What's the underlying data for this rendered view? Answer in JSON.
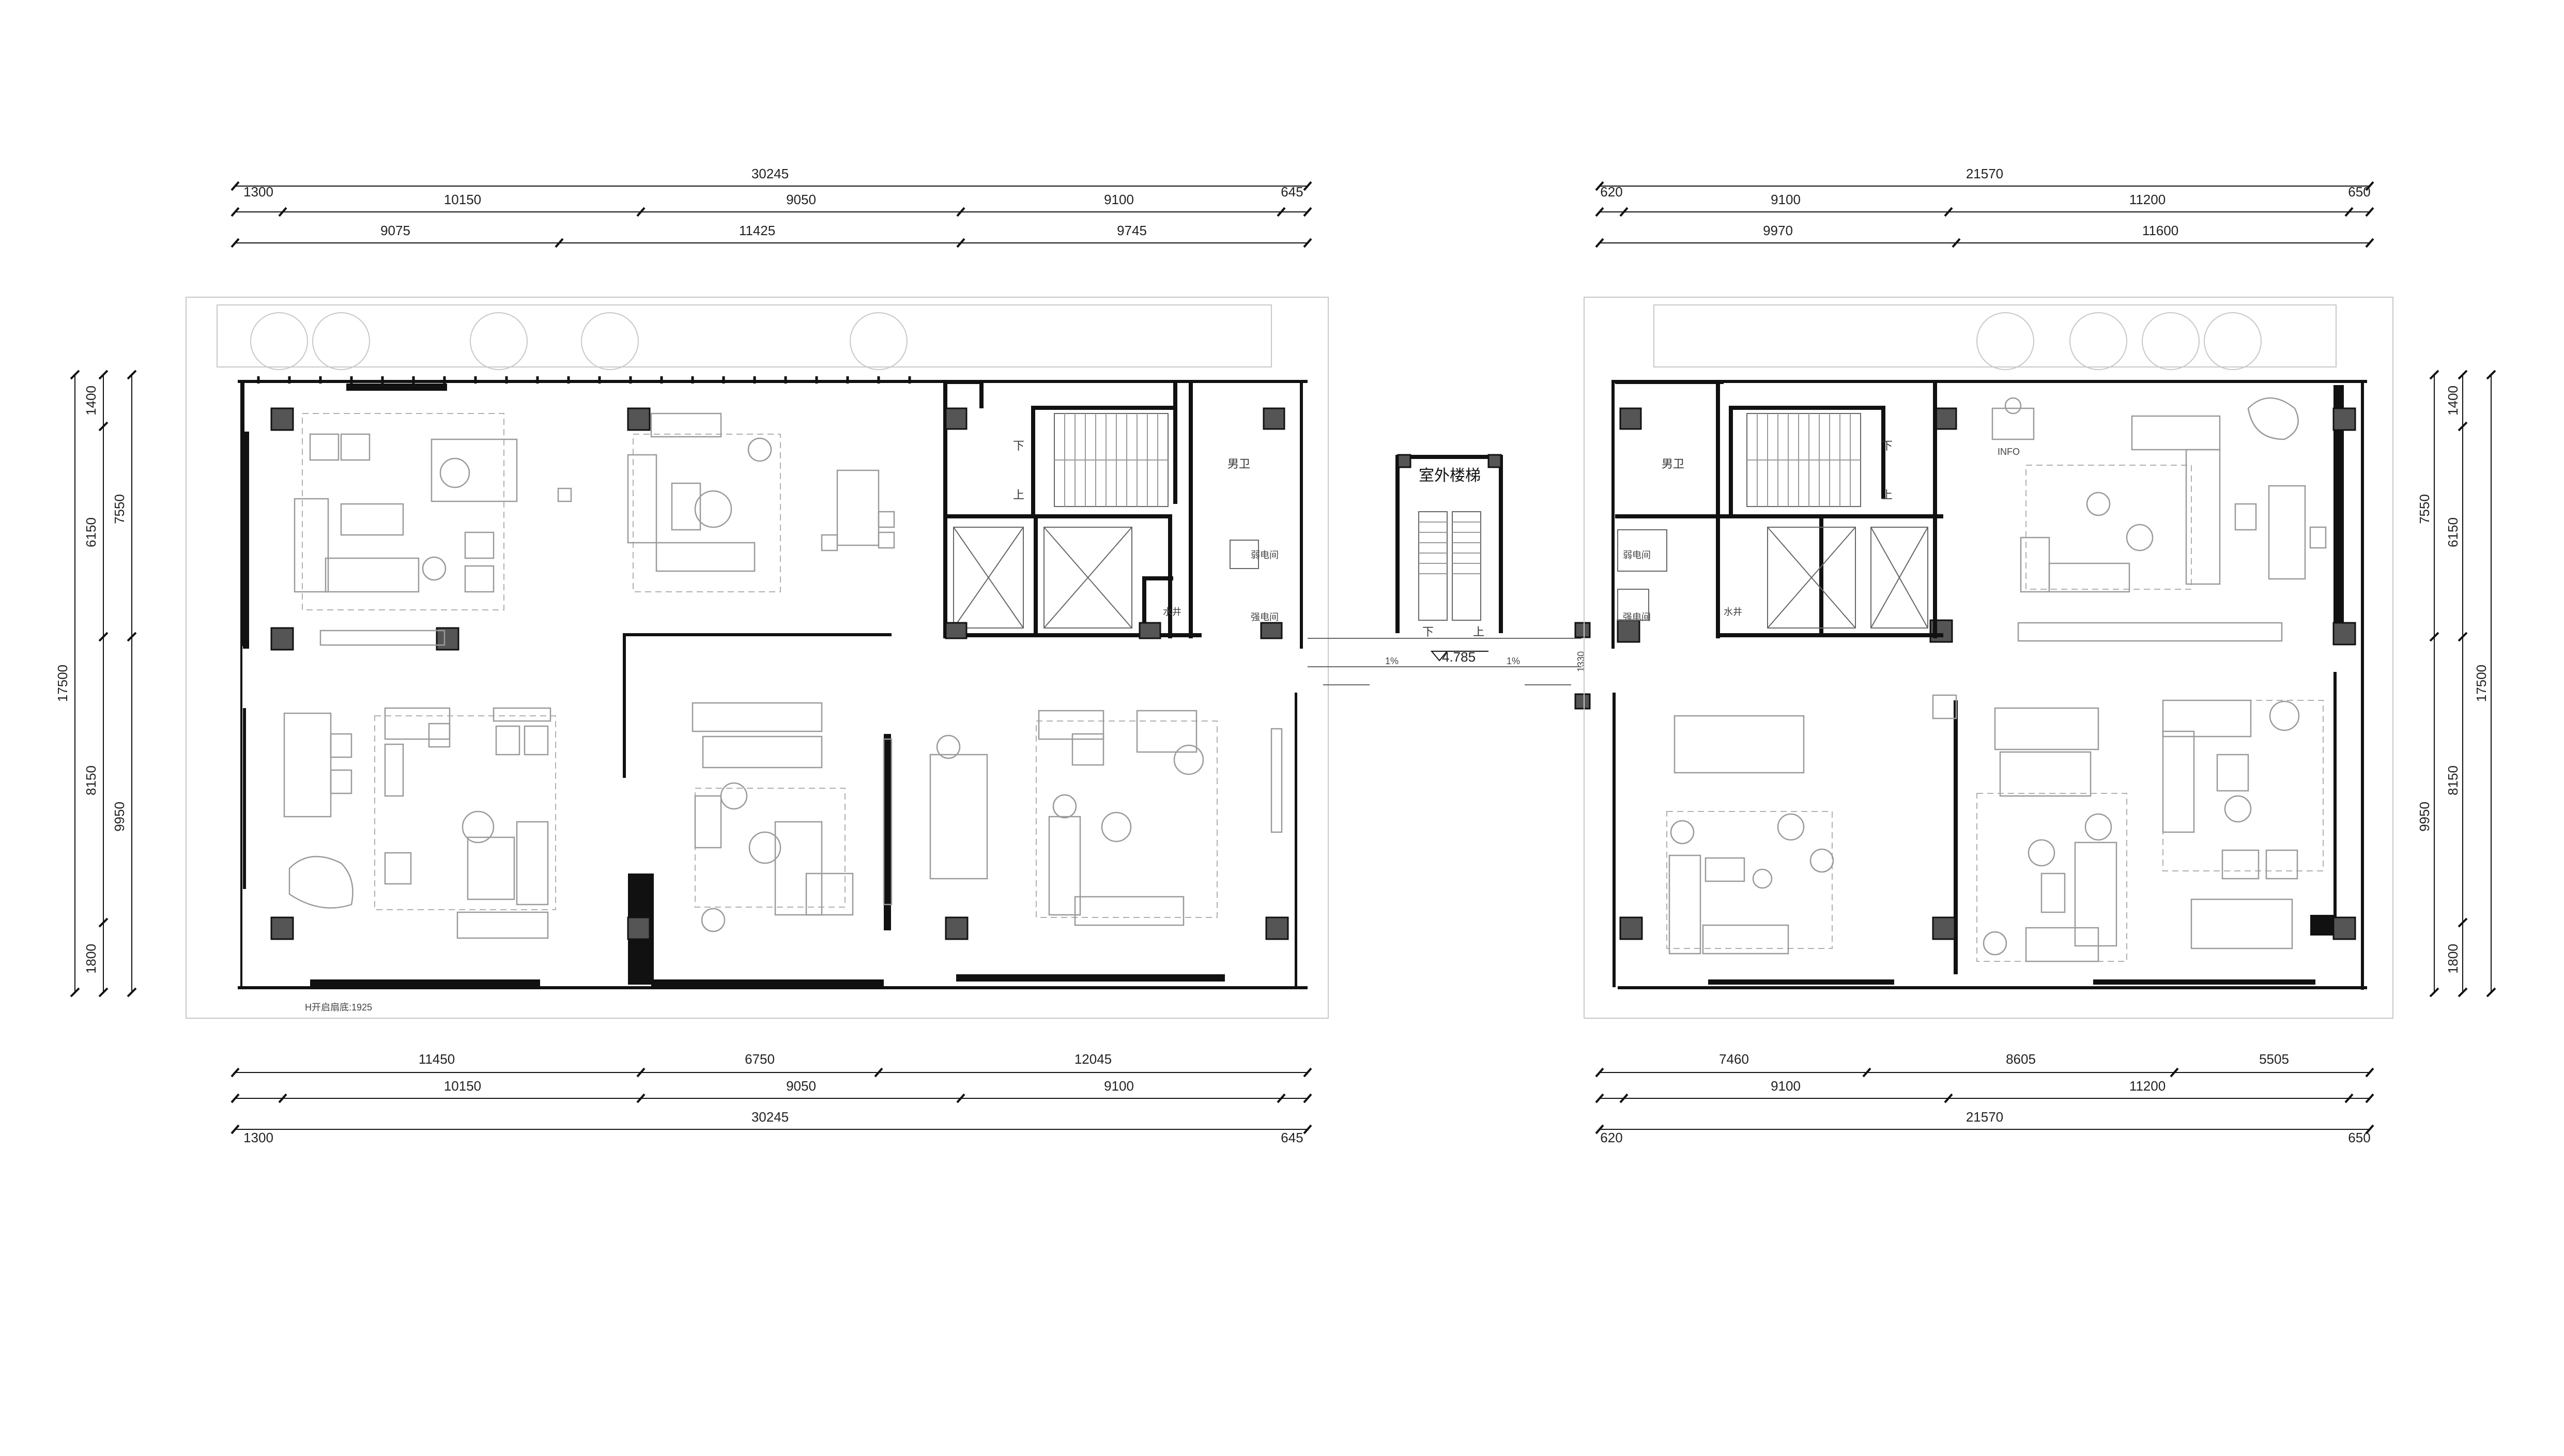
{
  "left_plan": {
    "top_dims": {
      "row1": [
        "30245"
      ],
      "row2": [
        "1300",
        "10150",
        "9050",
        "9100",
        "645"
      ],
      "row3": [
        "9075",
        "11425",
        "9745"
      ]
    },
    "bottom_dims": {
      "row1": [
        "11450",
        "6750",
        "12045"
      ],
      "row2": [
        "10150",
        "9050",
        "9100"
      ],
      "row3": [
        "1300",
        "30245",
        "645"
      ]
    },
    "left_dims": {
      "outer": [
        "17500"
      ],
      "mid": [
        "1400",
        "6150",
        "8150",
        "1800"
      ],
      "inner": [
        "7550",
        "9950"
      ]
    },
    "rooms": {
      "restroom": "男卫",
      "weak_current": "弱电间",
      "strong_current": "强电间",
      "water_shaft": "水井",
      "stair_down": "下",
      "stair_up": "上"
    },
    "note": "H开启扇底:1925"
  },
  "right_plan": {
    "top_dims": {
      "row1": [
        "21570"
      ],
      "row2": [
        "620",
        "9100",
        "11200",
        "650"
      ],
      "row3": [
        "9970",
        "11600"
      ]
    },
    "bottom_dims": {
      "row1": [
        "7460",
        "8605",
        "5505"
      ],
      "row2": [
        "9100",
        "11200"
      ],
      "row3": [
        "620",
        "21570",
        "650"
      ]
    },
    "right_dims": {
      "outer": [
        "17500"
      ],
      "mid": [
        "1400",
        "6150",
        "8150",
        "1800"
      ],
      "inner": [
        "7550",
        "9950"
      ]
    },
    "rooms": {
      "restroom": "男卫",
      "weak_current": "弱电间",
      "strong_current": "强电间",
      "water_shaft": "水井",
      "stair_down": "下",
      "stair_up": "上",
      "info": "INFO"
    }
  },
  "center_stair": {
    "title": "室外楼梯",
    "down": "下",
    "up": "上",
    "level": "4.785",
    "slope_left": "1%",
    "slope_right": "1%",
    "width": "1330"
  }
}
